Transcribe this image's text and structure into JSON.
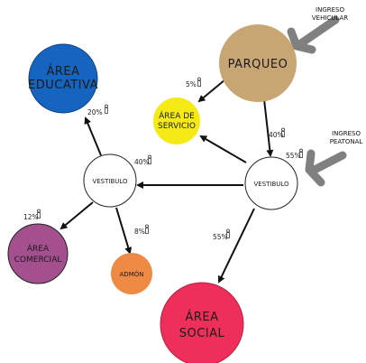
{
  "nodes": {
    "area_educativa": {
      "line1": "ÁREA",
      "line2": "EDUCATIVA",
      "color": "#1565c0"
    },
    "parqueo": {
      "label": "PARQUEO",
      "color": "#c8a674"
    },
    "area_servicio": {
      "line1": "ÁREA DE",
      "line2": "SERVICIO",
      "color": "#f5ea16"
    },
    "vestibulo_left": {
      "label": "VESTIBULO"
    },
    "vestibulo_right": {
      "label": "VESTIBULO"
    },
    "area_comercial": {
      "line1": "ÁREA",
      "line2": "COMERCIAL",
      "color": "#a4508f"
    },
    "admon": {
      "label": "ADMÓN",
      "color": "#ef8a45"
    },
    "area_social": {
      "line1": "ÁREA",
      "line2": "SOCIAL",
      "color": "#ee2f59"
    }
  },
  "percentages": {
    "educativa": "20%",
    "servicio": "5%",
    "parqueo_to_vestibulo": "40%",
    "vestibulo_left_in": "40%",
    "vestibulo_right_in": "55%",
    "comercial": "12%",
    "admon": "8%",
    "social": "55%"
  },
  "entrances": {
    "vehicular": {
      "line1": "INGRESO",
      "line2": "VEHICULAR",
      "arrow_color": "#808080"
    },
    "peatonal": {
      "line1": "INGRESO",
      "line2": "PEATONAL",
      "arrow_color": "#808080"
    }
  },
  "icons": [
    "person-icon",
    "arrow-icon"
  ]
}
